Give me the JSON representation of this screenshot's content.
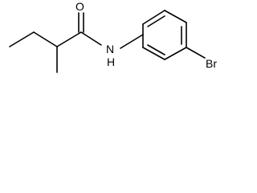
{
  "molecule": {
    "atoms": {
      "oxygen": "O",
      "nitrogen": "N",
      "hydrogen": "H",
      "bromine": "Br"
    }
  }
}
